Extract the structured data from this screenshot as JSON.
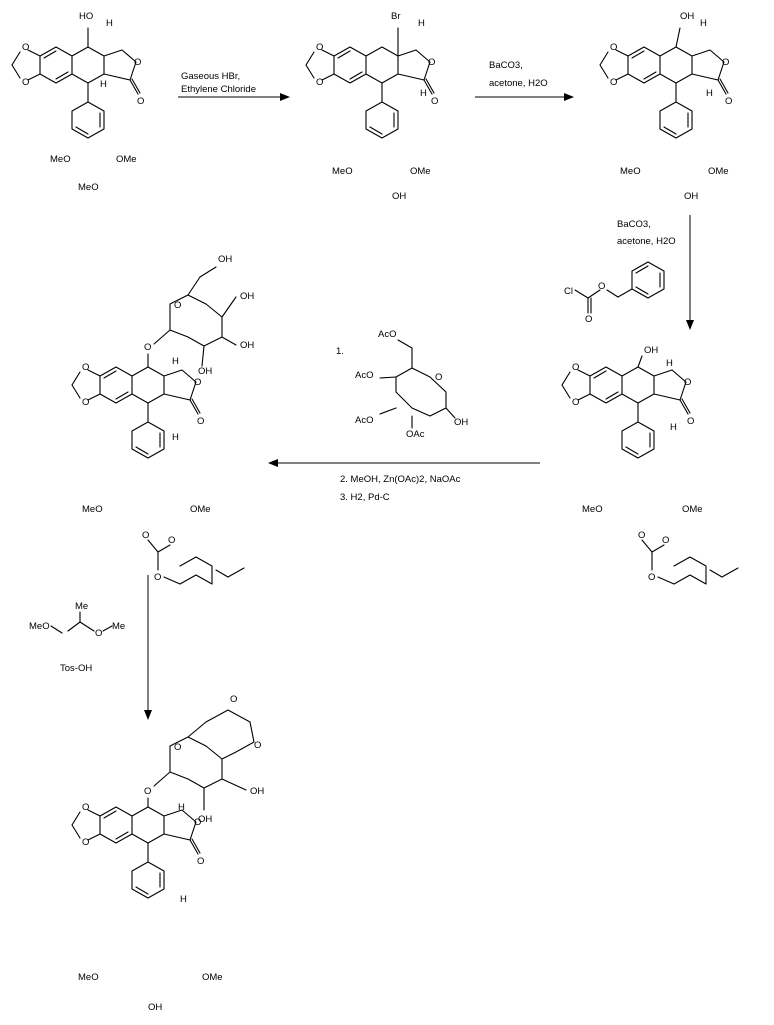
{
  "scheme": {
    "labels": {
      "hydroxyl": "OH",
      "hydroxyl_top": "HO",
      "hydrogen": "H",
      "oxygen": "O",
      "bromo": "Br",
      "chloro": "Cl",
      "methoxy_left": "MeO",
      "methoxy_right": "OMe",
      "methyl_ether_left": "MeO",
      "acetoxy": "AcO",
      "acetoxy_right": "OAc",
      "methyl": "Me",
      "methoxy_o": "O",
      "methoxy_me": "Me"
    },
    "reagents": {
      "step1": [
        "Gaseous HBr,",
        "Ethylene Chloride"
      ],
      "step2": [
        "BaCO3,",
        "acetone, H2O"
      ],
      "step3": [
        "BaCO3,",
        "acetone, H2O"
      ],
      "step4_num": "1.",
      "step4_line2": "2. MeOH, Zn(OAc)2, NaOAc",
      "step4_line3": "3. H2, Pd-C",
      "step5": "Tos-OH"
    }
  }
}
